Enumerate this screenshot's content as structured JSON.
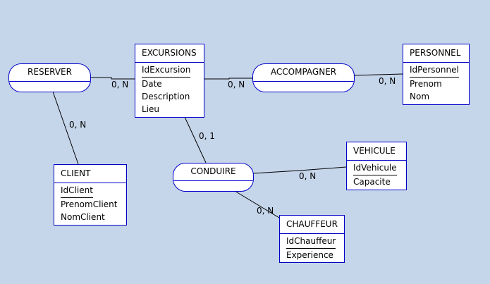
{
  "diagram": {
    "type": "MCD entity-association diagram",
    "background_color": "#c5d5ea",
    "border_color": "#0000c8",
    "entities": [
      {
        "id": "excursions",
        "name": "EXCURSIONS",
        "attributes": [
          {
            "name": "IdExcursion",
            "key": true
          },
          {
            "name": "Date",
            "key": false
          },
          {
            "name": "Description",
            "key": false
          },
          {
            "name": "Lieu",
            "key": false
          }
        ]
      },
      {
        "id": "personnel",
        "name": "PERSONNEL",
        "attributes": [
          {
            "name": "IdPersonnel",
            "key": true
          },
          {
            "name": "Prenom",
            "key": false
          },
          {
            "name": "Nom",
            "key": false
          }
        ]
      },
      {
        "id": "client",
        "name": "CLIENT",
        "attributes": [
          {
            "name": "IdClient",
            "key": true
          },
          {
            "name": "PrenomClient",
            "key": false
          },
          {
            "name": "NomClient",
            "key": false
          }
        ]
      },
      {
        "id": "vehicule",
        "name": "VEHICULE",
        "attributes": [
          {
            "name": "IdVehicule",
            "key": true
          },
          {
            "name": "Capacite",
            "key": false
          }
        ]
      },
      {
        "id": "chauffeur",
        "name": "CHAUFFEUR",
        "attributes": [
          {
            "name": "IdChauffeur",
            "key": true
          },
          {
            "name": "Experience",
            "key": false
          }
        ]
      }
    ],
    "associations": [
      {
        "id": "reserver",
        "name": "RESERVER"
      },
      {
        "id": "accompagner",
        "name": "ACCOMPAGNER"
      },
      {
        "id": "conduire",
        "name": "CONDUIRE"
      }
    ],
    "links": [
      {
        "from": "reserver",
        "to": "excursions",
        "cardinality": "0, N"
      },
      {
        "from": "reserver",
        "to": "client",
        "cardinality": "0, N"
      },
      {
        "from": "accompagner",
        "to": "excursions",
        "cardinality": "0, N"
      },
      {
        "from": "accompagner",
        "to": "personnel",
        "cardinality": "0, N"
      },
      {
        "from": "conduire",
        "to": "excursions",
        "cardinality": "0, 1"
      },
      {
        "from": "conduire",
        "to": "vehicule",
        "cardinality": "0, N"
      },
      {
        "from": "conduire",
        "to": "chauffeur",
        "cardinality": "0, N"
      }
    ]
  }
}
